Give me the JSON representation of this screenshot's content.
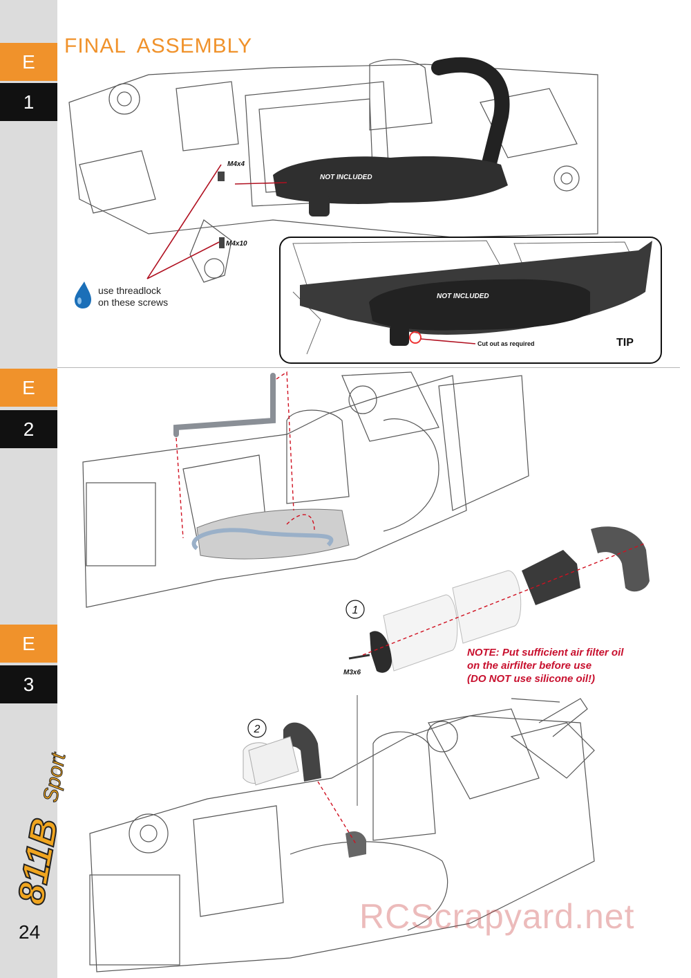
{
  "title": "FINAL  ASSEMBLY",
  "sidebar": {
    "steps": [
      {
        "letter": "E",
        "number": "1"
      },
      {
        "letter": "E",
        "number": "2"
      },
      {
        "letter": "E",
        "number": "3"
      }
    ],
    "brand": "811B Sport",
    "page_number": "24"
  },
  "step1": {
    "labels": {
      "screw_top": "M4x4",
      "screw_bottom": "M4x10",
      "pipe": "NOT INCLUDED"
    },
    "threadlock": {
      "line1": "use threadlock",
      "line2": "on these screws"
    },
    "tip": {
      "pipe": "NOT INCLUDED",
      "cut_out": "Cut out as required",
      "heading": "TIP"
    }
  },
  "step2": {
    "callout_1": "1",
    "screw": "M3x6",
    "note": [
      "NOTE: Put sufficient air filter oil",
      "on the airfilter before use",
      "(DO NOT use silicone oil!)"
    ]
  },
  "step3": {
    "callout_2": "2"
  },
  "watermark": "RCScrapyard.net",
  "colors": {
    "accent": "#f0922b",
    "note": "#c8102e",
    "sidebar": "#dcdcdc"
  }
}
